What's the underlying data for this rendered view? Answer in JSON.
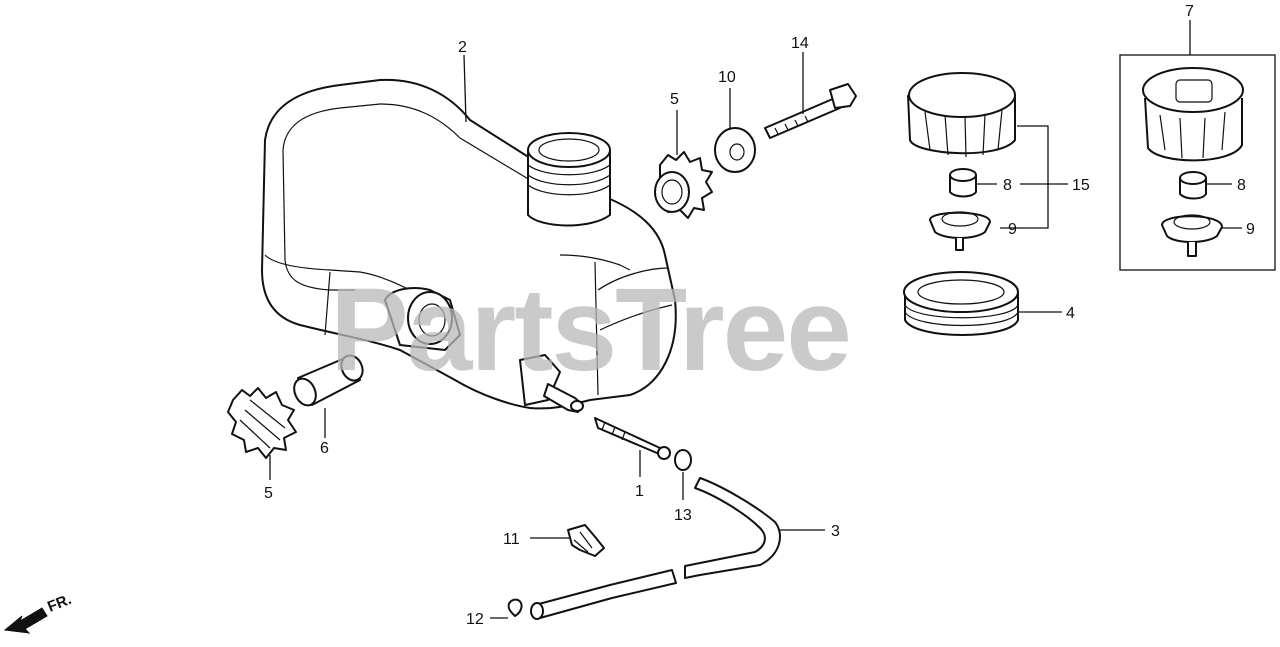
{
  "watermark": "PartsTree",
  "direction_label": "FR.",
  "callouts": {
    "c1": "1",
    "c2": "2",
    "c3": "3",
    "c4": "4",
    "c5a": "5",
    "c5b": "5",
    "c6": "6",
    "c7": "7",
    "c8a": "8",
    "c8b": "8",
    "c9a": "9",
    "c9b": "9",
    "c10": "10",
    "c11": "11",
    "c12": "12",
    "c13": "13",
    "c14": "14",
    "c15": "15"
  }
}
